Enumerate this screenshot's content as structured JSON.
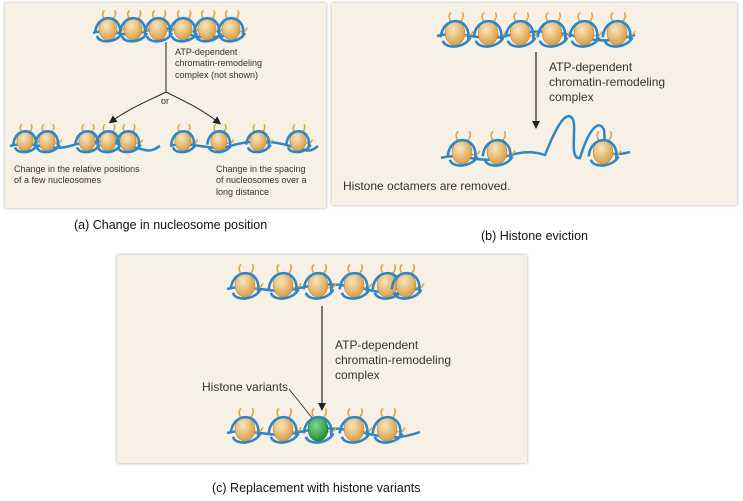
{
  "panel_a": {
    "remodel_lines": [
      "ATP-dependent",
      "chromatin-remodeling",
      "complex (not shown)"
    ],
    "or_text": "or",
    "left_result_lines": [
      "Change in the relative positions",
      "of a few nucleosomes"
    ],
    "right_result_lines": [
      "Change in the spacing",
      "of nucleosomes over a",
      "long distance"
    ],
    "caption": "(a) Change in nucleosome position"
  },
  "panel_b": {
    "remodel_lines": [
      "ATP-dependent",
      "chromatin-remodeling",
      "complex"
    ],
    "result_text": "Histone octamers are removed.",
    "caption": "(b) Histone eviction"
  },
  "panel_c": {
    "remodel_lines": [
      "ATP-dependent",
      "chromatin-remodeling",
      "complex"
    ],
    "variant_label": "Histone variants",
    "caption": "(c) Replacement with histone variants"
  },
  "colors": {
    "panel_bg": "#f6f1e4",
    "dna": "#2e86c8",
    "histone": "#e8b96a",
    "histone_variant": "#2ea24a",
    "tail": "#d9a74a"
  }
}
